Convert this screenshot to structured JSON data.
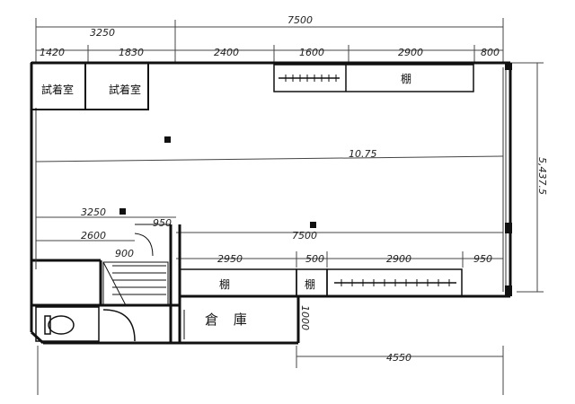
{
  "dimensions": {
    "top_total": "7500",
    "top_left_total": "3250",
    "top_seg_1": "1420",
    "top_seg_2": "1830",
    "top_seg_3": "2400",
    "top_seg_4": "1600",
    "top_seg_5": "2900",
    "top_seg_6": "800",
    "right_side": "5,437.5",
    "length_diag": "10.75",
    "mid_left": "3250",
    "mid_left_2": "2600",
    "stair_w": "900",
    "stair_h": "950",
    "mid_total": "7500",
    "mid_seg_1": "2950",
    "mid_seg_2": "500",
    "mid_seg_3": "2900",
    "mid_seg_4": "950",
    "storage_h": "1000",
    "bottom": "4550"
  },
  "rooms": {
    "fitting_room_1": "試着室",
    "fitting_room_2": "試着室",
    "shelf_top": "棚",
    "shelf_bottom_1": "棚",
    "shelf_bottom_2": "棚",
    "storage": "倉 庫"
  }
}
